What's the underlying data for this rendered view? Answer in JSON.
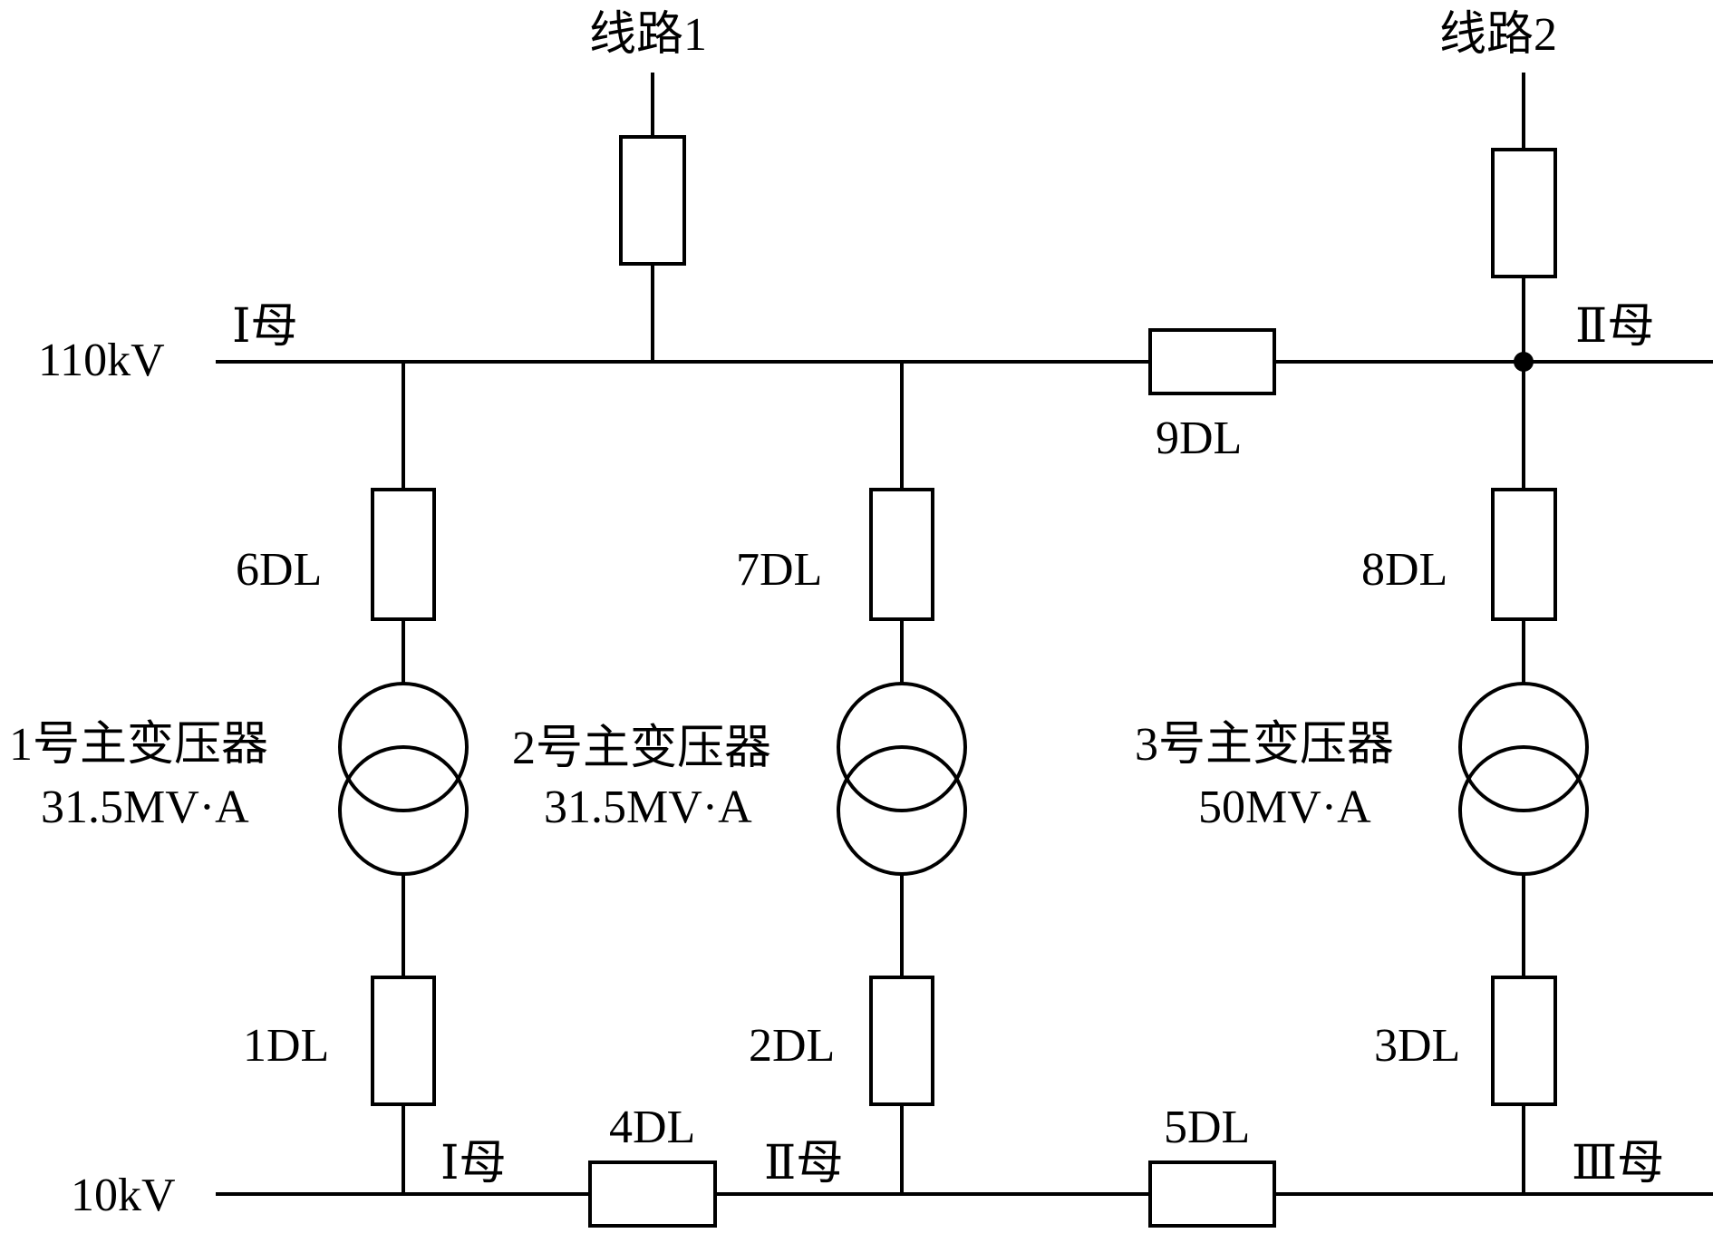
{
  "diagram": {
    "title": "110kV / 10kV substation main wiring",
    "colors": {
      "line": "#000000",
      "background": "#ffffff"
    },
    "lines": [
      {
        "id": "line1",
        "label": "线路1"
      },
      {
        "id": "line2",
        "label": "线路2"
      }
    ],
    "buses": {
      "hv": {
        "voltage": "110kV",
        "sections": [
          "Ⅰ母",
          "Ⅱ母"
        ]
      },
      "lv": {
        "voltage": "10kV",
        "sections": [
          "Ⅰ母",
          "Ⅱ母",
          "Ⅲ母"
        ]
      }
    },
    "breakers": {
      "b1": "1DL",
      "b2": "2DL",
      "b3": "3DL",
      "b4": "4DL",
      "b5": "5DL",
      "b6": "6DL",
      "b7": "7DL",
      "b8": "8DL",
      "b9": "9DL"
    },
    "transformers": [
      {
        "name": "1号主变压器",
        "rating": "31.5MV·A"
      },
      {
        "name": "2号主变压器",
        "rating": "31.5MV·A"
      },
      {
        "name": "3号主变压器",
        "rating": "50MV·A"
      }
    ]
  }
}
